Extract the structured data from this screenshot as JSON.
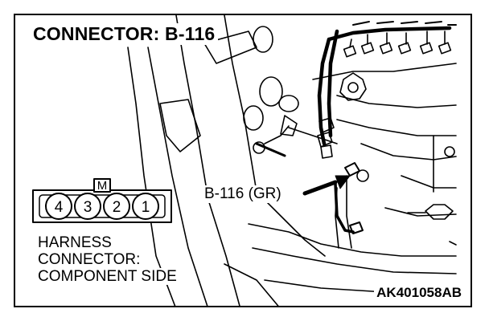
{
  "title": "CONNECTOR: B-116",
  "connector_callout": "B-116 (GR)",
  "description_lines": [
    "HARNESS",
    "CONNECTOR:",
    "COMPONENT SIDE"
  ],
  "figure_code": "AK401058AB",
  "connector": {
    "key_label": "M",
    "pins": [
      "4",
      "3",
      "2",
      "1"
    ]
  }
}
